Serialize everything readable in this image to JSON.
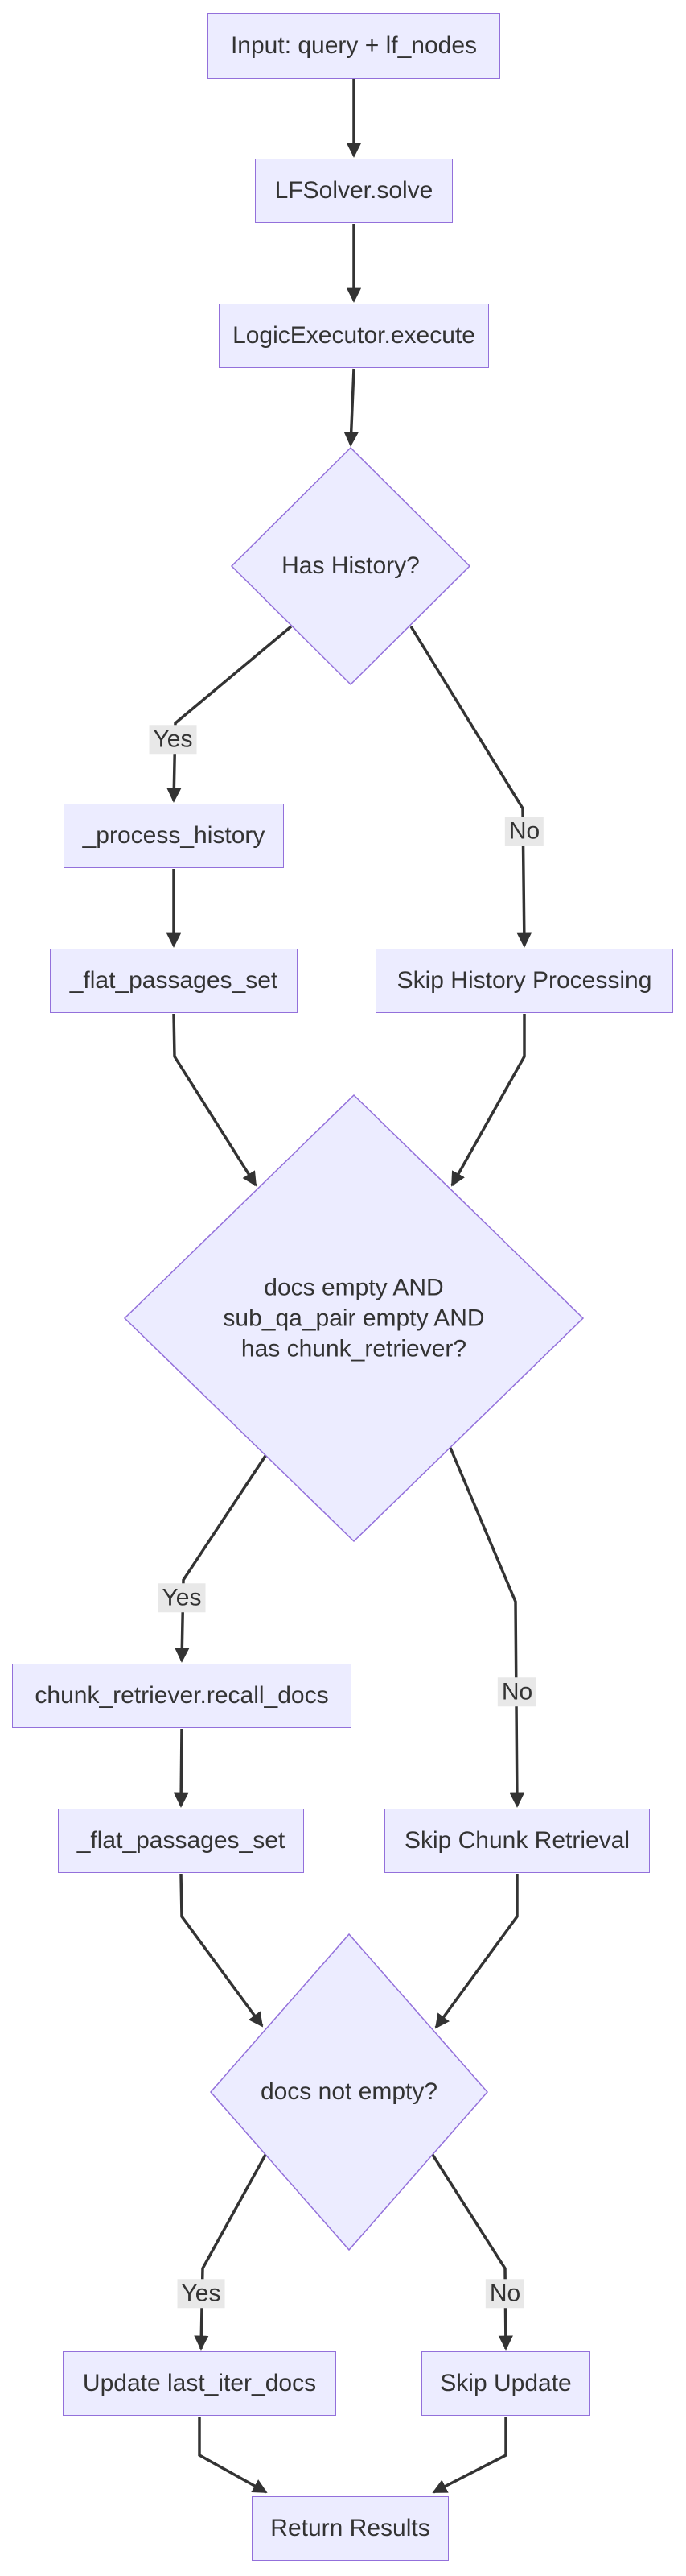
{
  "diagram": {
    "type": "flowchart",
    "direction": "top-down",
    "colors": {
      "node_fill": "#ECECFF",
      "node_border": "#9370DB",
      "edge_line": "#333333",
      "text": "#333333",
      "edge_label_bg": "#e8e8e8",
      "background": "#ffffff"
    },
    "nodes": {
      "input": {
        "label": "Input: query + lf_nodes"
      },
      "lfsolver": {
        "label": "LFSolver.solve"
      },
      "logic_executor": {
        "label": "LogicExecutor.execute"
      },
      "process_history": {
        "label": "_process_history"
      },
      "flat_passages_1": {
        "label": "_flat_passages_set"
      },
      "skip_history": {
        "label": "Skip History Processing"
      },
      "chunk_retriever": {
        "label": "chunk_retriever.recall_docs"
      },
      "flat_passages_2": {
        "label": "_flat_passages_set"
      },
      "skip_chunk": {
        "label": "Skip Chunk Retrieval"
      },
      "update_docs": {
        "label": "Update last_iter_docs"
      },
      "skip_update": {
        "label": "Skip Update"
      },
      "return_results": {
        "label": "Return Results"
      }
    },
    "decisions": {
      "has_history": {
        "label": "Has History?"
      },
      "docs_empty": {
        "label": "docs empty AND\nsub_qa_pair empty AND\nhas chunk_retriever?"
      },
      "docs_not_empty": {
        "label": "docs not empty?"
      }
    },
    "edge_labels": {
      "yes_1": "Yes",
      "no_1": "No",
      "yes_2": "Yes",
      "no_2": "No",
      "yes_3": "Yes",
      "no_3": "No"
    }
  }
}
